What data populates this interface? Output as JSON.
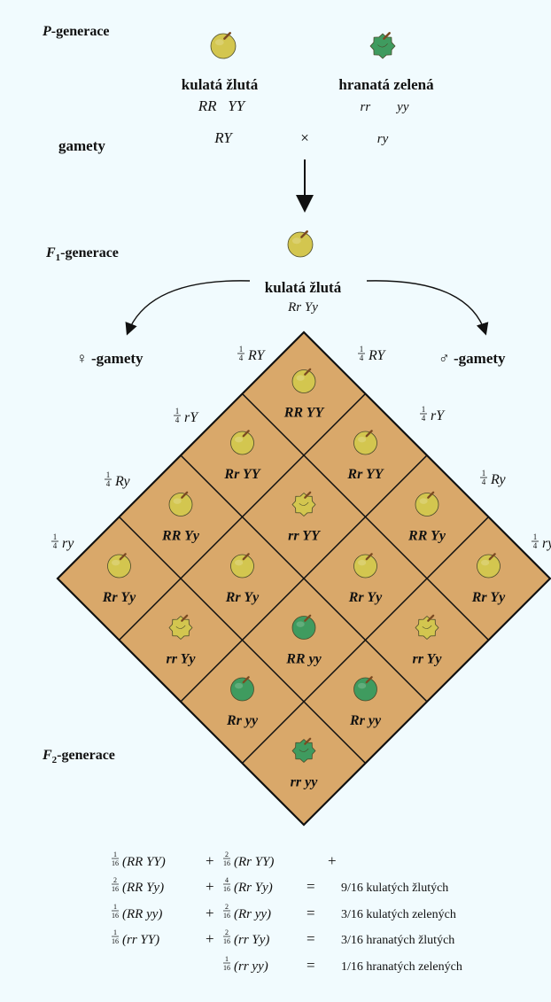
{
  "p_generation": {
    "label_prefix": "P",
    "label_suffix": "-generace",
    "parent_left": {
      "phenotype": "kulatá žlutá",
      "genotype": "RR   YY",
      "gamete": "RY"
    },
    "parent_right": {
      "phenotype": "hranatá zelená",
      "genotype": "rr        yy",
      "gamete": "ry"
    },
    "gametes_label": "gamety",
    "cross_symbol": "×"
  },
  "f1_generation": {
    "label_prefix": "F",
    "label_sub": "1",
    "label_suffix": "-generace",
    "phenotype": "kulatá žlutá",
    "genotype": "Rr Yy"
  },
  "female_gametes_label": "♀ -gamety",
  "male_gametes_label": "♂ -gamety",
  "fraction": {
    "num": "1",
    "den": "4"
  },
  "gamete_labels": [
    "RY",
    "rY",
    "Ry",
    "ry"
  ],
  "grid_cells": [
    {
      "genotype": "RR YY",
      "pea": "yellow-round"
    },
    {
      "genotype": "Rr YY",
      "pea": "yellow-round"
    },
    {
      "genotype": "Rr YY",
      "pea": "yellow-round"
    },
    {
      "genotype": "RR Yy",
      "pea": "yellow-round"
    },
    {
      "genotype": "rr YY",
      "pea": "yellow-wrinkled"
    },
    {
      "genotype": "RR Yy",
      "pea": "yellow-round"
    },
    {
      "genotype": "Rr Yy",
      "pea": "yellow-round"
    },
    {
      "genotype": "Rr Yy",
      "pea": "yellow-round"
    },
    {
      "genotype": "Rr Yy",
      "pea": "yellow-round"
    },
    {
      "genotype": "Rr Yy",
      "pea": "yellow-round"
    },
    {
      "genotype": "rr Yy",
      "pea": "yellow-wrinkled"
    },
    {
      "genotype": "RR yy",
      "pea": "green-round"
    },
    {
      "genotype": "rr Yy",
      "pea": "yellow-wrinkled"
    },
    {
      "genotype": "Rr yy",
      "pea": "green-round"
    },
    {
      "genotype": "Rr yy",
      "pea": "green-round"
    },
    {
      "genotype": "rr yy",
      "pea": "green-wrinkled"
    }
  ],
  "f2_generation": {
    "label_prefix": "F",
    "label_sub": "2",
    "label_suffix": "-generace"
  },
  "summary": [
    {
      "n1": "1",
      "d1": "16",
      "g1": "(RR YY)",
      "op": "+",
      "n2": "2",
      "d2": "16",
      "g2": "(Rr YY)",
      "tail": "+",
      "result": ""
    },
    {
      "n1": "2",
      "d1": "16",
      "g1": "(RR Yy)",
      "op": "+",
      "n2": "4",
      "d2": "16",
      "g2": "(Rr Yy)",
      "tail": "=",
      "result": "9/16 kulatých žlutých"
    },
    {
      "n1": "1",
      "d1": "16",
      "g1": "(RR yy)",
      "op": "+",
      "n2": "2",
      "d2": "16",
      "g2": "(Rr yy)",
      "tail": "=",
      "result": "3/16 kulatých zelených"
    },
    {
      "n1": "1",
      "d1": "16",
      "g1": "(rr YY)",
      "op": "+",
      "n2": "2",
      "d2": "16",
      "g2": "(rr Yy)",
      "tail": "=",
      "result": "3/16 hranatých žlutých"
    },
    {
      "n1": "",
      "d1": "",
      "g1": "",
      "op": "",
      "n2": "1",
      "d2": "16",
      "g2": "(rr yy)",
      "tail": "=",
      "result": "1/16 hranatých zelených"
    }
  ],
  "colors": {
    "background": "#f1fbfe",
    "cell_fill": "#d9a86a",
    "pea_yellow": "#d3c64f",
    "pea_green": "#3f9b5f",
    "stem": "#7a4a22"
  }
}
